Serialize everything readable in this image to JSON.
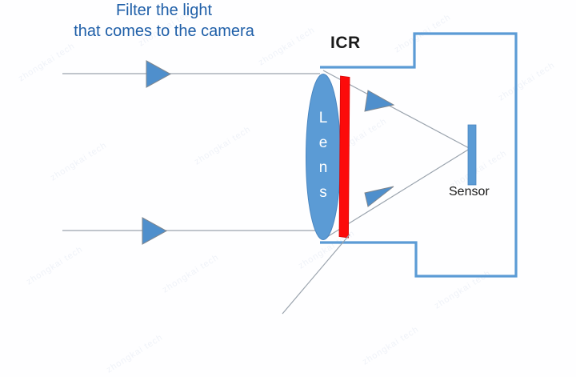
{
  "diagram": {
    "title_label": "ICR",
    "sensor_label": "Sensor",
    "lens_label": "Lens",
    "lens_letters": [
      "L",
      "e",
      "n",
      "s"
    ],
    "caption_line1": "Filter the light",
    "caption_line2": "that comes to the camera",
    "watermark_text": "zhongkai tech"
  },
  "colors": {
    "camera_outline": "#5b9bd5",
    "lens_fill": "#5b9bd5",
    "lens_text": "#ffffff",
    "filter_red": "#fc0b0b",
    "ray_line": "#9aa3ad",
    "arrow_fill": "#4f8fcc",
    "sensor_fill": "#5b9bd5",
    "caption_text": "#1f5fa8",
    "icr_text": "#1a1a1a",
    "background": "#fefeff"
  },
  "elements": {
    "incoming_ray_top": "horizontal light ray entering lens from left, upper",
    "incoming_ray_bottom": "horizontal light ray entering lens from left, lower",
    "converging_ray_top": "refracted ray from lens top to sensor",
    "converging_ray_bottom": "refracted ray from lens bottom to sensor",
    "leader_line": "callout line from caption to filter"
  }
}
